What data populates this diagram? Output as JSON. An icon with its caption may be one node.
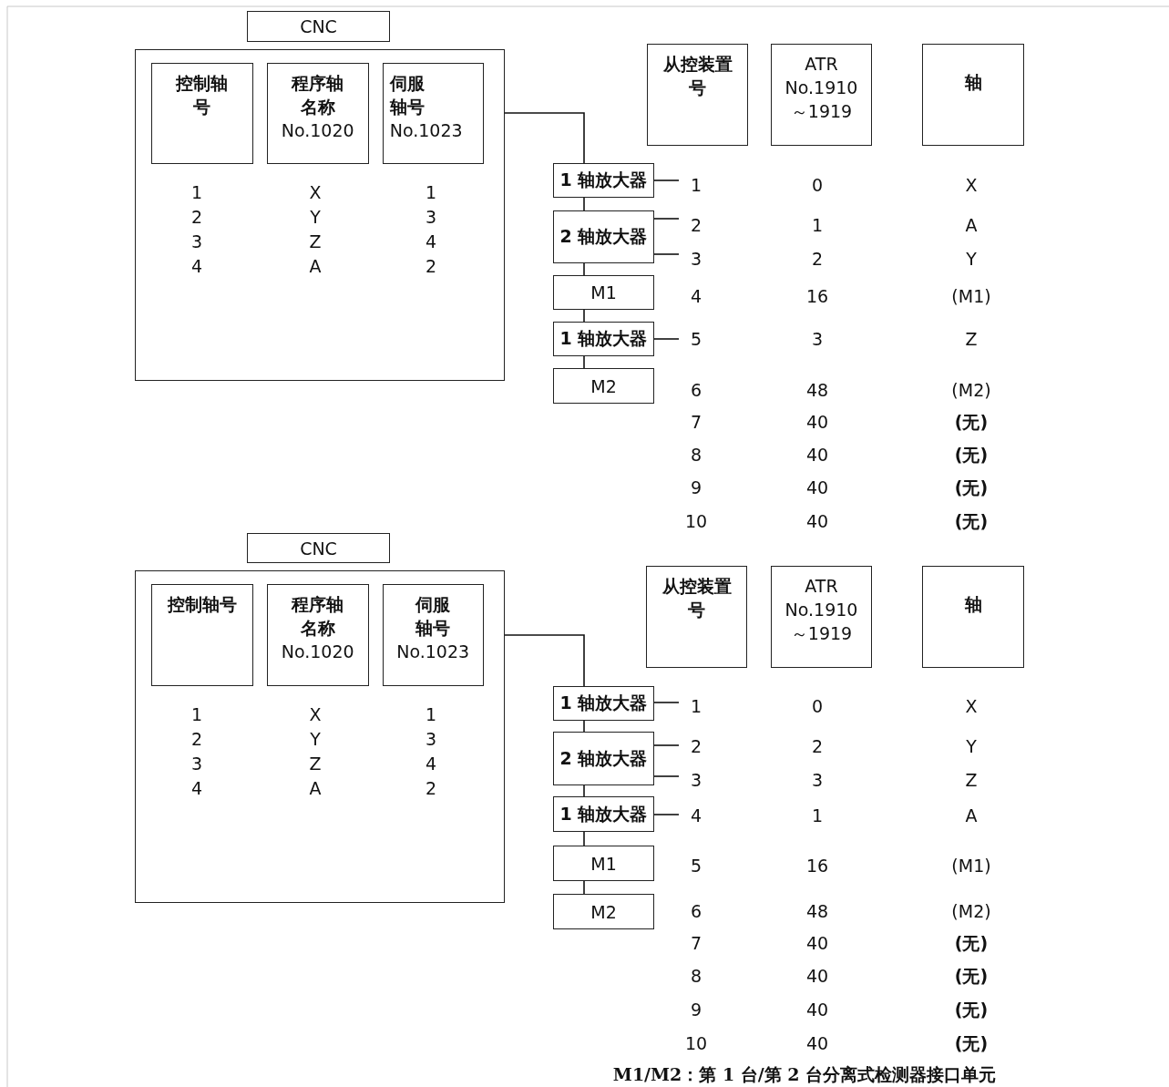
{
  "diagram": {
    "caption": "M1/M2：第 1 台/第 2 台分离式检测器接口单元",
    "nodes": [
      {
        "text": [
          "CNC"
        ]
      },
      {
        "text": [],
        "shape": "box"
      },
      {
        "text": [
          "控制轴号"
        ],
        "in": 1
      },
      {
        "text": [
          "程序轴名称",
          "No.1020"
        ],
        "in": 1
      },
      {
        "text": [
          "伺服轴号",
          "No.1023"
        ],
        "in": 1
      },
      {
        "text": [
          "从控装置号"
        ]
      },
      {
        "text": [
          "ATR No.1910 ～1919"
        ]
      },
      {
        "text": [
          "轴"
        ]
      },
      {
        "text": [
          "1 轴放大器"
        ]
      },
      {
        "text": [
          "2 轴放大器"
        ]
      },
      {
        "text": [
          "M1"
        ]
      },
      {
        "text": [
          "1 轴放大器"
        ]
      },
      {
        "text": [
          "M2"
        ]
      },
      {
        "text": [
          "CNC"
        ]
      },
      {
        "text": [],
        "shape": "box"
      },
      {
        "text": [
          "控制轴号"
        ],
        "in": 14
      },
      {
        "text": [
          "程序轴名称",
          "No.1020"
        ],
        "in": 14
      },
      {
        "text": [
          "伺服轴号",
          "No.1023"
        ],
        "in": 14
      },
      {
        "text": [
          "从控装置号"
        ]
      },
      {
        "text": [
          "ATR No.1910 ～1919"
        ]
      },
      {
        "text": [
          "轴"
        ]
      },
      {
        "text": [
          "1 轴放大器"
        ]
      },
      {
        "text": [
          "2 轴放大器"
        ]
      },
      {
        "text": [
          "1 轴放大器"
        ]
      },
      {
        "text": [
          "M1"
        ]
      },
      {
        "text": [
          "M2"
        ]
      }
    ],
    "edges": [
      {
        "from": 1,
        "to": 8,
        "arrow": "none"
      },
      {
        "from": 8,
        "to": 9,
        "arrow": "none"
      },
      {
        "from": 9,
        "to": 10,
        "arrow": "none"
      },
      {
        "from": 10,
        "to": 11,
        "arrow": "none"
      },
      {
        "from": 11,
        "to": 12,
        "arrow": "none"
      },
      {
        "from": 8,
        "to": null,
        "arrow": "none"
      },
      {
        "from": 9,
        "to": null,
        "arrow": "none"
      },
      {
        "from": 9,
        "to": null,
        "arrow": "none"
      },
      {
        "from": 11,
        "to": null,
        "arrow": "none"
      },
      {
        "from": 14,
        "to": 21,
        "arrow": "none"
      },
      {
        "from": 21,
        "to": 22,
        "arrow": "none"
      },
      {
        "from": 22,
        "to": 23,
        "arrow": "none"
      },
      {
        "from": 23,
        "to": 24,
        "arrow": "none"
      },
      {
        "from": 24,
        "to": 25,
        "arrow": "none"
      },
      {
        "from": 21,
        "to": null,
        "arrow": "none"
      },
      {
        "from": 22,
        "to": null,
        "arrow": "none"
      },
      {
        "from": 22,
        "to": null,
        "arrow": "none"
      },
      {
        "from": 23,
        "to": null,
        "arrow": "none"
      }
    ],
    "labels": [
      "1",
      "X",
      "1",
      "2",
      "Y",
      "3",
      "3",
      "Z",
      "4",
      "4",
      "A",
      "2",
      "1",
      "0",
      "X",
      "2",
      "1",
      "A",
      "3",
      "2",
      "Y",
      "4",
      "16",
      "(M1)",
      "5",
      "3",
      "Z",
      "6",
      "48",
      "(M2)",
      "7",
      "40",
      "(无)",
      "8",
      "40",
      "(无)",
      "9",
      "40",
      "(无)",
      "10",
      "40",
      "(无)",
      "1",
      "X",
      "1",
      "2",
      "Y",
      "3",
      "3",
      "Z",
      "4",
      "4",
      "A",
      "2",
      "1",
      "0",
      "X",
      "2",
      "2",
      "Y",
      "3",
      "3",
      "Z",
      "4",
      "1",
      "A",
      "5",
      "16",
      "(M1)",
      "6",
      "48",
      "(M2)",
      "7",
      "40",
      "(无)",
      "8",
      "40",
      "(无)",
      "9",
      "40",
      "(无)",
      "10",
      "40",
      "(无)"
    ]
  }
}
